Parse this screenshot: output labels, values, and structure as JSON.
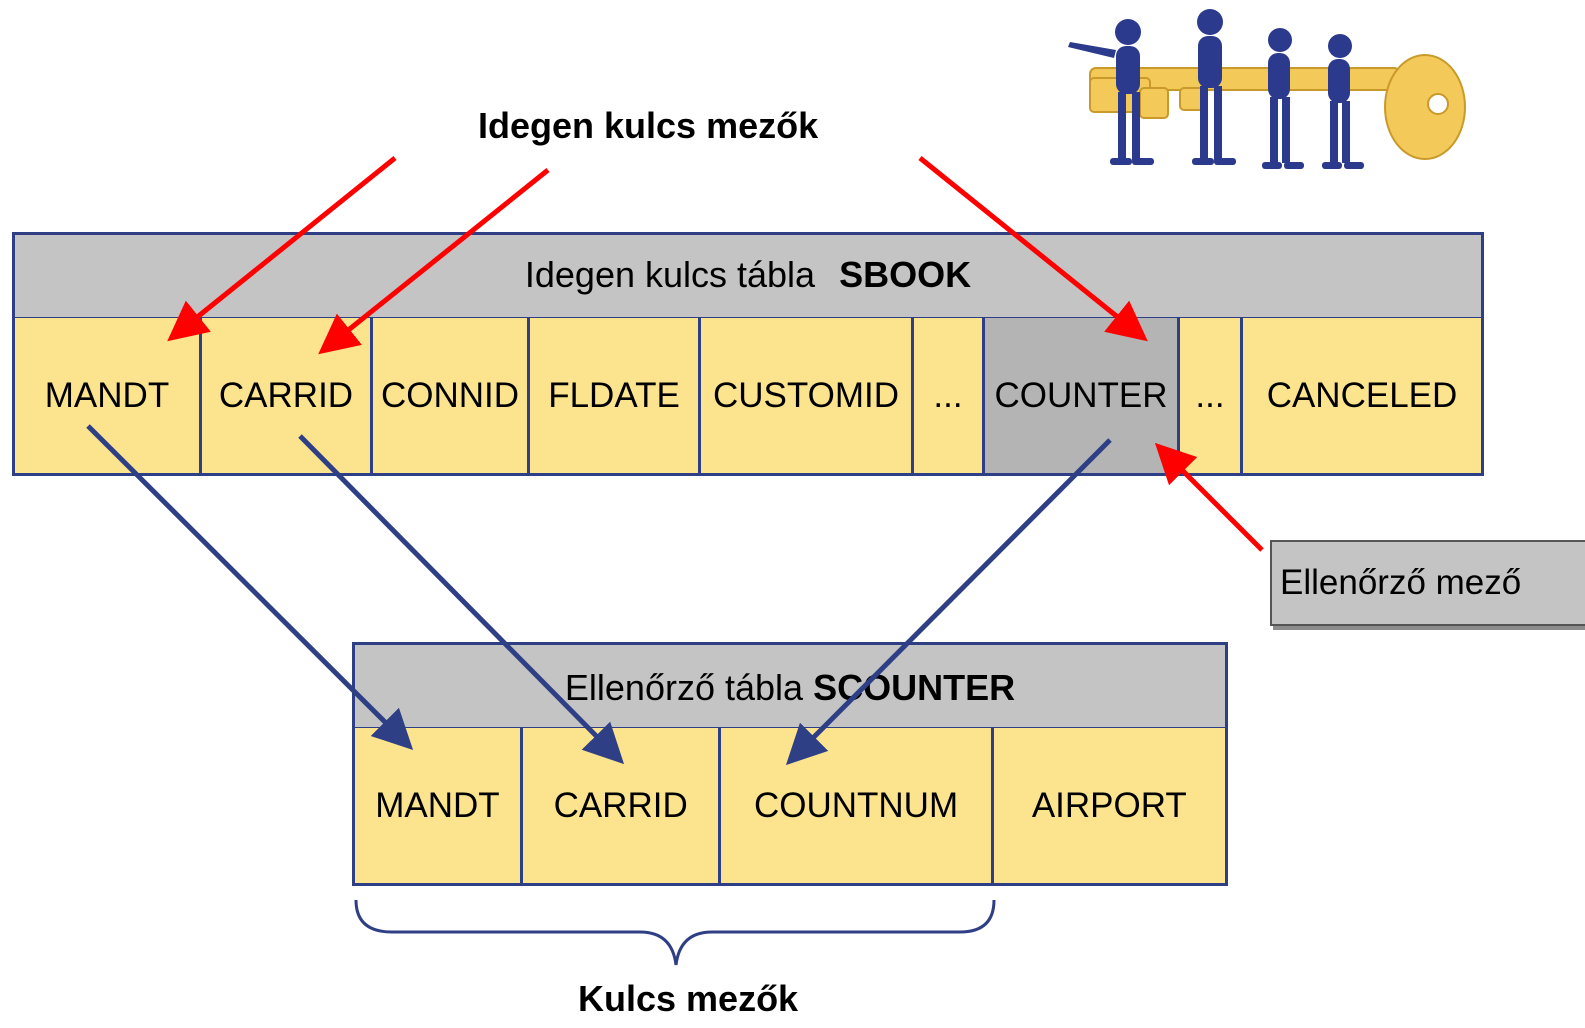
{
  "labels": {
    "foreign_key_fields": "Idegen kulcs mezők",
    "key_fields": "Kulcs mezők",
    "check_field": "Ellenőrző mező"
  },
  "foreign_table": {
    "caption": "Idegen kulcs tábla",
    "name": "SBOOK",
    "fields": [
      "MANDT",
      "CARRID",
      "CONNID",
      "FLDATE",
      "CUSTOMID",
      "...",
      "COUNTER",
      "...",
      "CANCELED"
    ],
    "highlighted_field": "COUNTER"
  },
  "check_table": {
    "caption": "Ellenőrző tábla",
    "name": "SCOUNTER",
    "fields": [
      "MANDT",
      "CARRID",
      "COUNTNUM",
      "AIRPORT"
    ]
  },
  "colors": {
    "header_bg": "#c4c4c4",
    "cell_bg": "#fce48f",
    "border": "#2f3f86",
    "red_arrow": "#ff0000",
    "blue_arrow": "#2f3f86",
    "key_gold": "#f3c95a",
    "people_blue": "#2b3a8c"
  },
  "icons": [
    "people-carrying-key-illustration"
  ]
}
